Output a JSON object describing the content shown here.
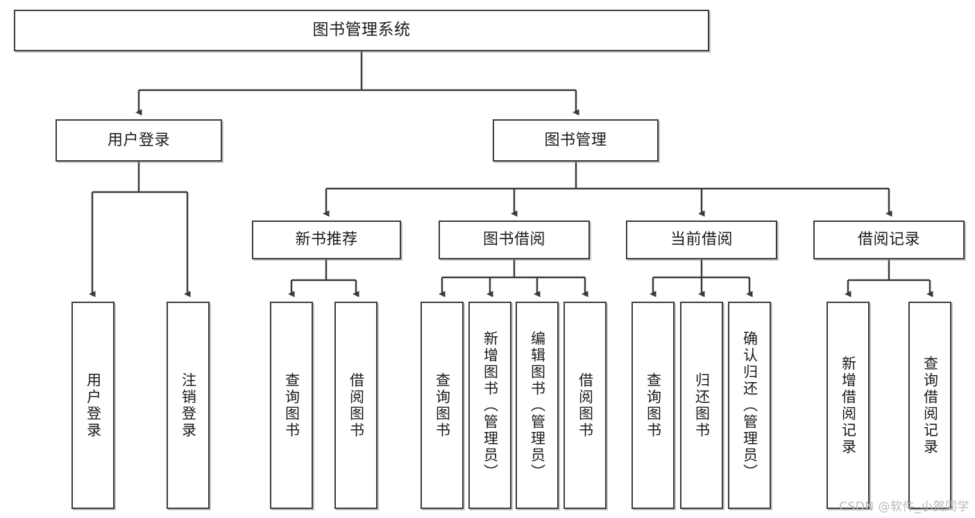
{
  "diagram": {
    "title": "图书管理系统",
    "type": "tree",
    "stroke_color": "#3a3a3a",
    "fill_color": "#ffffff",
    "text_color": "#1a1a1a",
    "levels": {
      "root": {
        "label": "图书管理系统"
      },
      "level2": [
        {
          "label": "用户登录"
        },
        {
          "label": "图书管理"
        }
      ],
      "level3": [
        {
          "label": "新书推荐"
        },
        {
          "label": "图书借阅"
        },
        {
          "label": "当前借阅"
        },
        {
          "label": "借阅记录"
        }
      ],
      "leaves": {
        "user_login": [
          {
            "label": "用户登录"
          },
          {
            "label": "注销登录"
          }
        ],
        "new_book_recommend": [
          {
            "label": "查询图书"
          },
          {
            "label": "借阅图书"
          }
        ],
        "book_borrow": [
          {
            "label": "查询图书"
          },
          {
            "label": "新增图书（管理员）"
          },
          {
            "label": "编辑图书（管理员）"
          },
          {
            "label": "借阅图书"
          }
        ],
        "current_borrow": [
          {
            "label": "查询图书"
          },
          {
            "label": "归还图书"
          },
          {
            "label": "确认归还（管理员）"
          }
        ],
        "borrow_record": [
          {
            "label": "新增借阅记录"
          },
          {
            "label": "查询借阅记录"
          }
        ]
      }
    }
  },
  "watermark": {
    "text": "CSDN @软件_小贺同学"
  }
}
